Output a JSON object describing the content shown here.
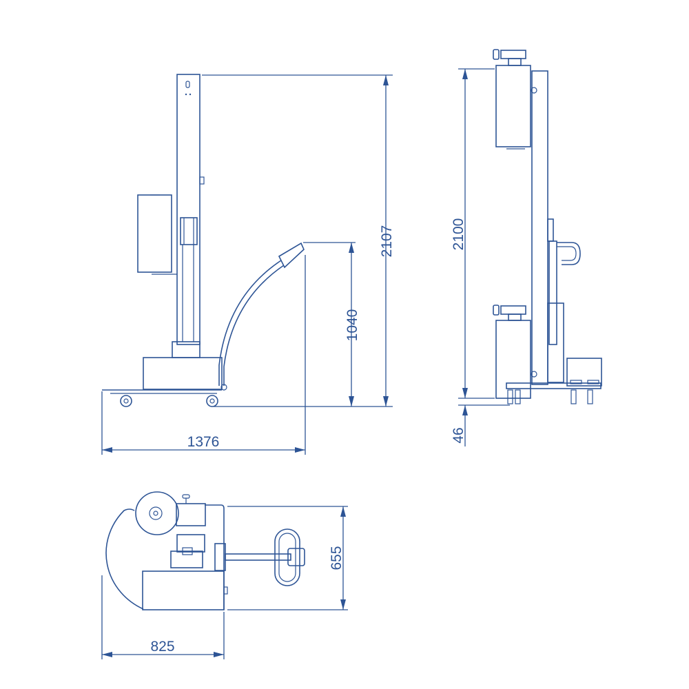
{
  "drawing": {
    "color": "#2d5495",
    "views": {
      "side_view": {
        "dimensions": {
          "overall_height": "2107",
          "handle_height": "1040",
          "overall_length": "1376"
        }
      },
      "front_view": {
        "dimensions": {
          "head_travel": "2100",
          "ground_clearance": "46"
        }
      },
      "top_view": {
        "dimensions": {
          "depth": "655",
          "width": "825"
        }
      }
    }
  }
}
